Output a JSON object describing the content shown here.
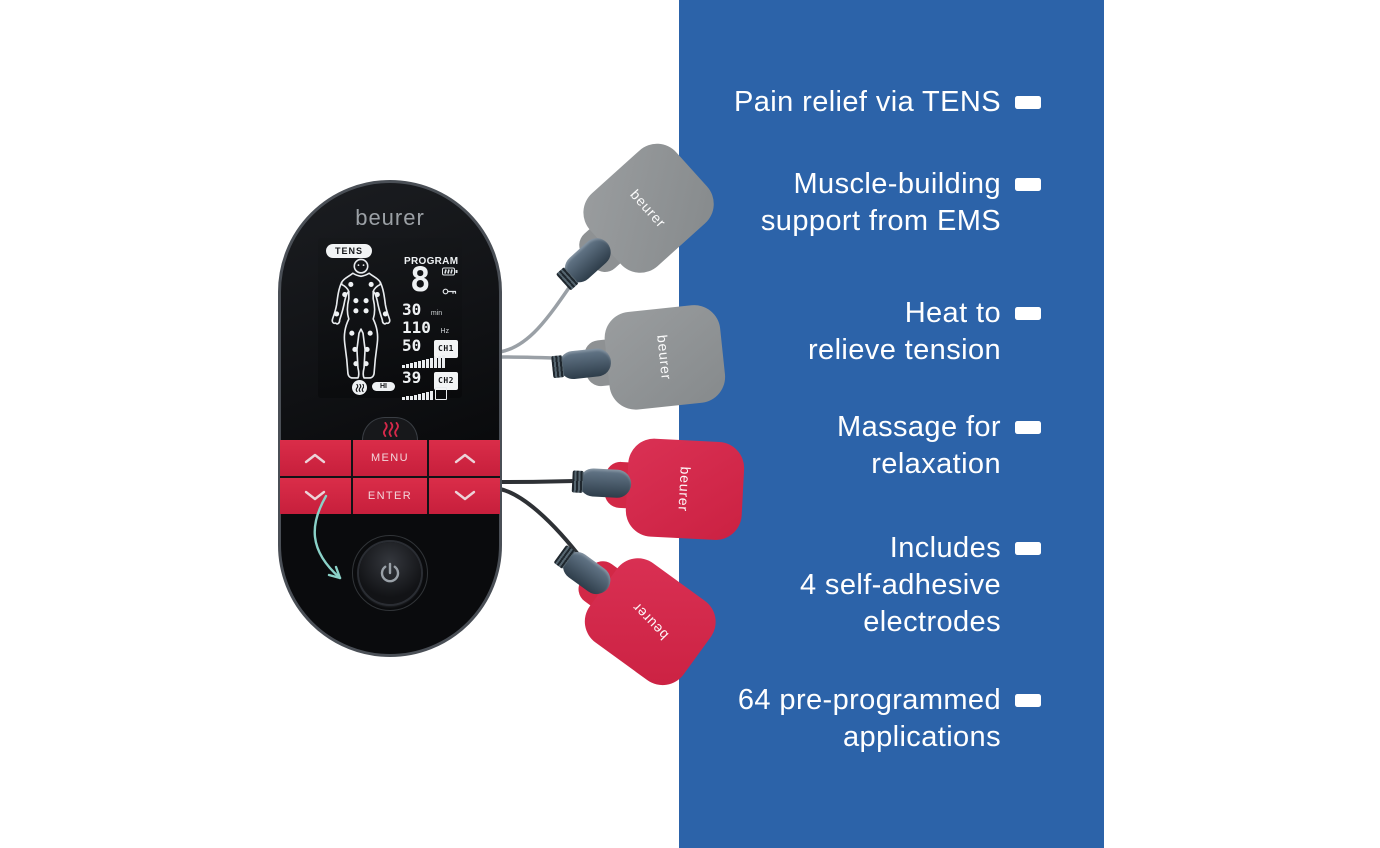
{
  "colors": {
    "panel_blue": "#2c63a9",
    "button_red": "#d32745",
    "pad_red": "#d5284a",
    "pad_gray": "#8e9193",
    "hint_teal": "#8ad2c8"
  },
  "panel": {
    "features": [
      {
        "lines": [
          "Pain relief via TENS"
        ]
      },
      {
        "lines": [
          "Muscle-building",
          "support from EMS"
        ]
      },
      {
        "lines": [
          "Heat to",
          "relieve tension"
        ]
      },
      {
        "lines": [
          "Massage for",
          "relaxation"
        ]
      },
      {
        "lines": [
          "Includes",
          "4 self-adhesive",
          "electrodes"
        ]
      },
      {
        "lines": [
          "64 pre-programmed",
          "applications"
        ]
      }
    ]
  },
  "device": {
    "brand_logo": "beurer",
    "screen": {
      "mode_badge": "TENS",
      "program_label": "PROGRAM",
      "program_value": "8",
      "duration_value": "30",
      "duration_unit": "min",
      "frequency_value": "110",
      "frequency_unit": "Hz",
      "channel1": {
        "label": "CH1",
        "intensity": "50",
        "bars": [
          3,
          4,
          5,
          6,
          7,
          8,
          9,
          10,
          11,
          12,
          13
        ]
      },
      "channel2": {
        "label": "CH2",
        "intensity": "39",
        "bars": [
          3,
          4,
          4,
          5,
          6,
          7,
          8,
          9
        ]
      },
      "heat_badge": "HI"
    },
    "buttons": {
      "menu_label": "MENU",
      "enter_label": "ENTER"
    }
  },
  "electrodes": [
    {
      "id": "gray-top",
      "color": "gray",
      "label": "beurer"
    },
    {
      "id": "gray-middle",
      "color": "gray",
      "label": "beurer"
    },
    {
      "id": "red-middle",
      "color": "red",
      "label": "beurer"
    },
    {
      "id": "red-bottom",
      "color": "red",
      "label": "beurer"
    }
  ]
}
